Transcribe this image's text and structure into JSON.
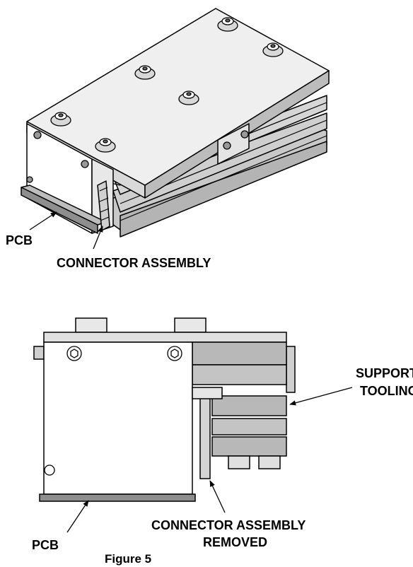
{
  "top_view": {
    "label_pcb": "PCB",
    "label_connector": "CONNECTOR ASSEMBLY"
  },
  "bottom_view": {
    "label_support_line1": "SUPPORT",
    "label_support_line2": "TOOLING",
    "label_pcb": "PCB",
    "label_connector_line1": "CONNECTOR ASSEMBLY",
    "label_connector_line2": "REMOVED"
  },
  "caption": "Figure 5"
}
